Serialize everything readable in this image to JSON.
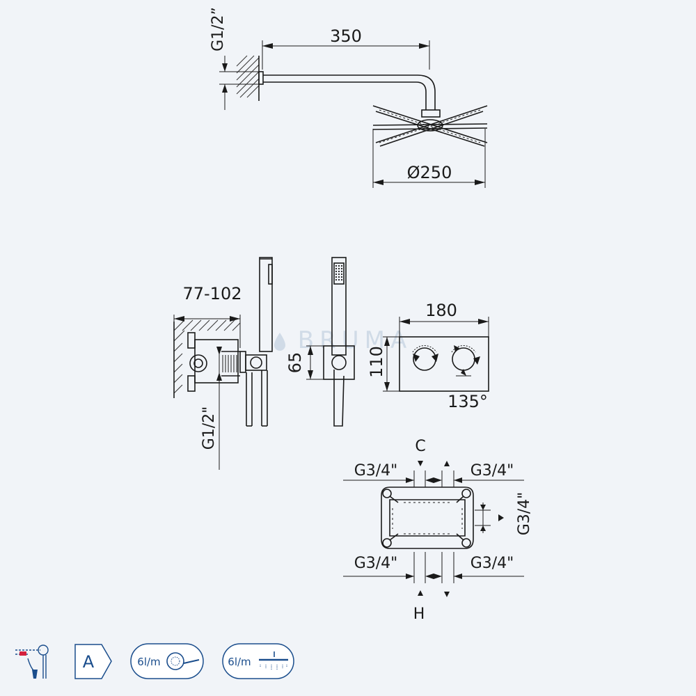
{
  "top_view": {
    "arm_length": "350",
    "wall_thread": "G1/2”",
    "head_diameter": "Ø250"
  },
  "side_view": {
    "depth_range": "77-102",
    "inlet_thread": "G1/2\"",
    "hand_height": "65"
  },
  "plate_view": {
    "width": "180",
    "height": "110",
    "rotation": "135°"
  },
  "connections_view": {
    "top_label": "C",
    "bottom_label": "H",
    "top_left": "G3/4\"",
    "top_right": "G3/4\"",
    "bottom_left": "G3/4\"",
    "bottom_right": "G3/4\"",
    "side_right": "G3/4\""
  },
  "watermark": "BRUMA",
  "icons": {
    "energy_class": "A",
    "hand_flow": "6l/m",
    "head_flow": "6l/m"
  }
}
